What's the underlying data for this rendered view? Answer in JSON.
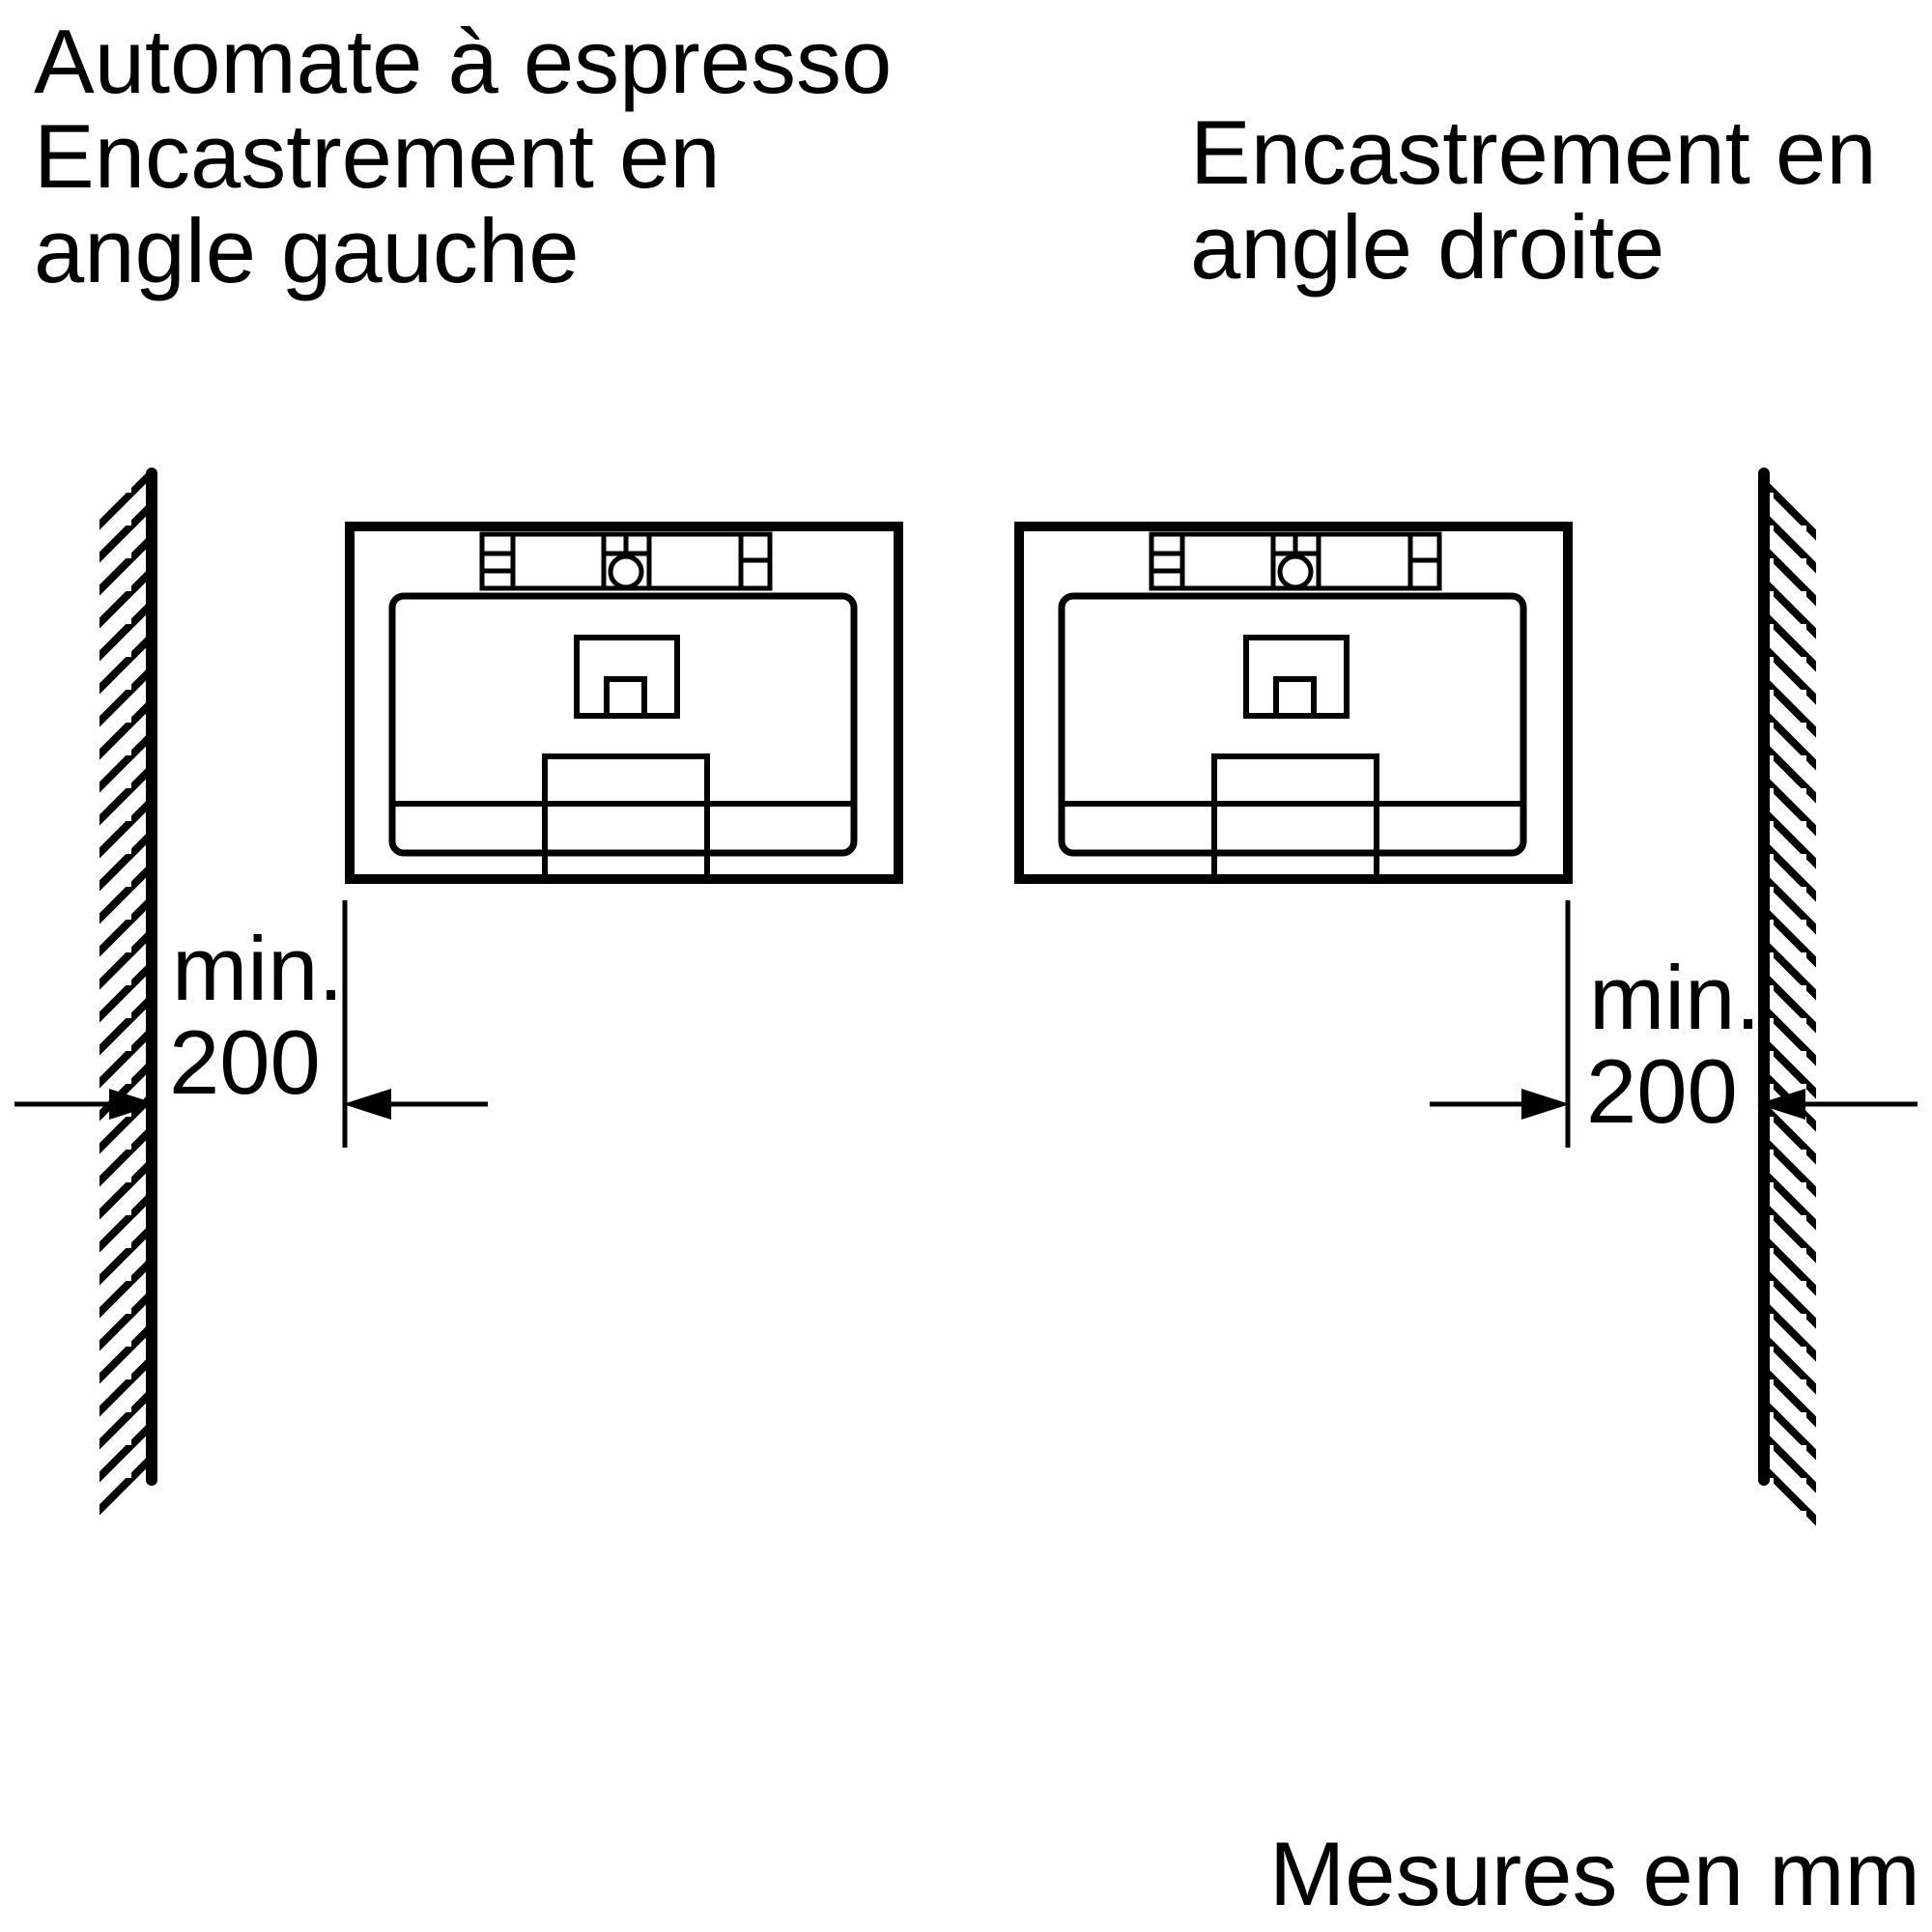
{
  "colors": {
    "background": "#ffffff",
    "ink": "#000000"
  },
  "titles": {
    "left_lines": [
      "Automate à espresso",
      "Encastrement en",
      "angle gauche"
    ],
    "right_lines": [
      "Encastrement en",
      "angle droite"
    ]
  },
  "dimensions": {
    "left": {
      "prefix": "min.",
      "value": "200"
    },
    "right": {
      "prefix": "min.",
      "value": "200"
    }
  },
  "footer": {
    "note": "Mesures en mm"
  }
}
